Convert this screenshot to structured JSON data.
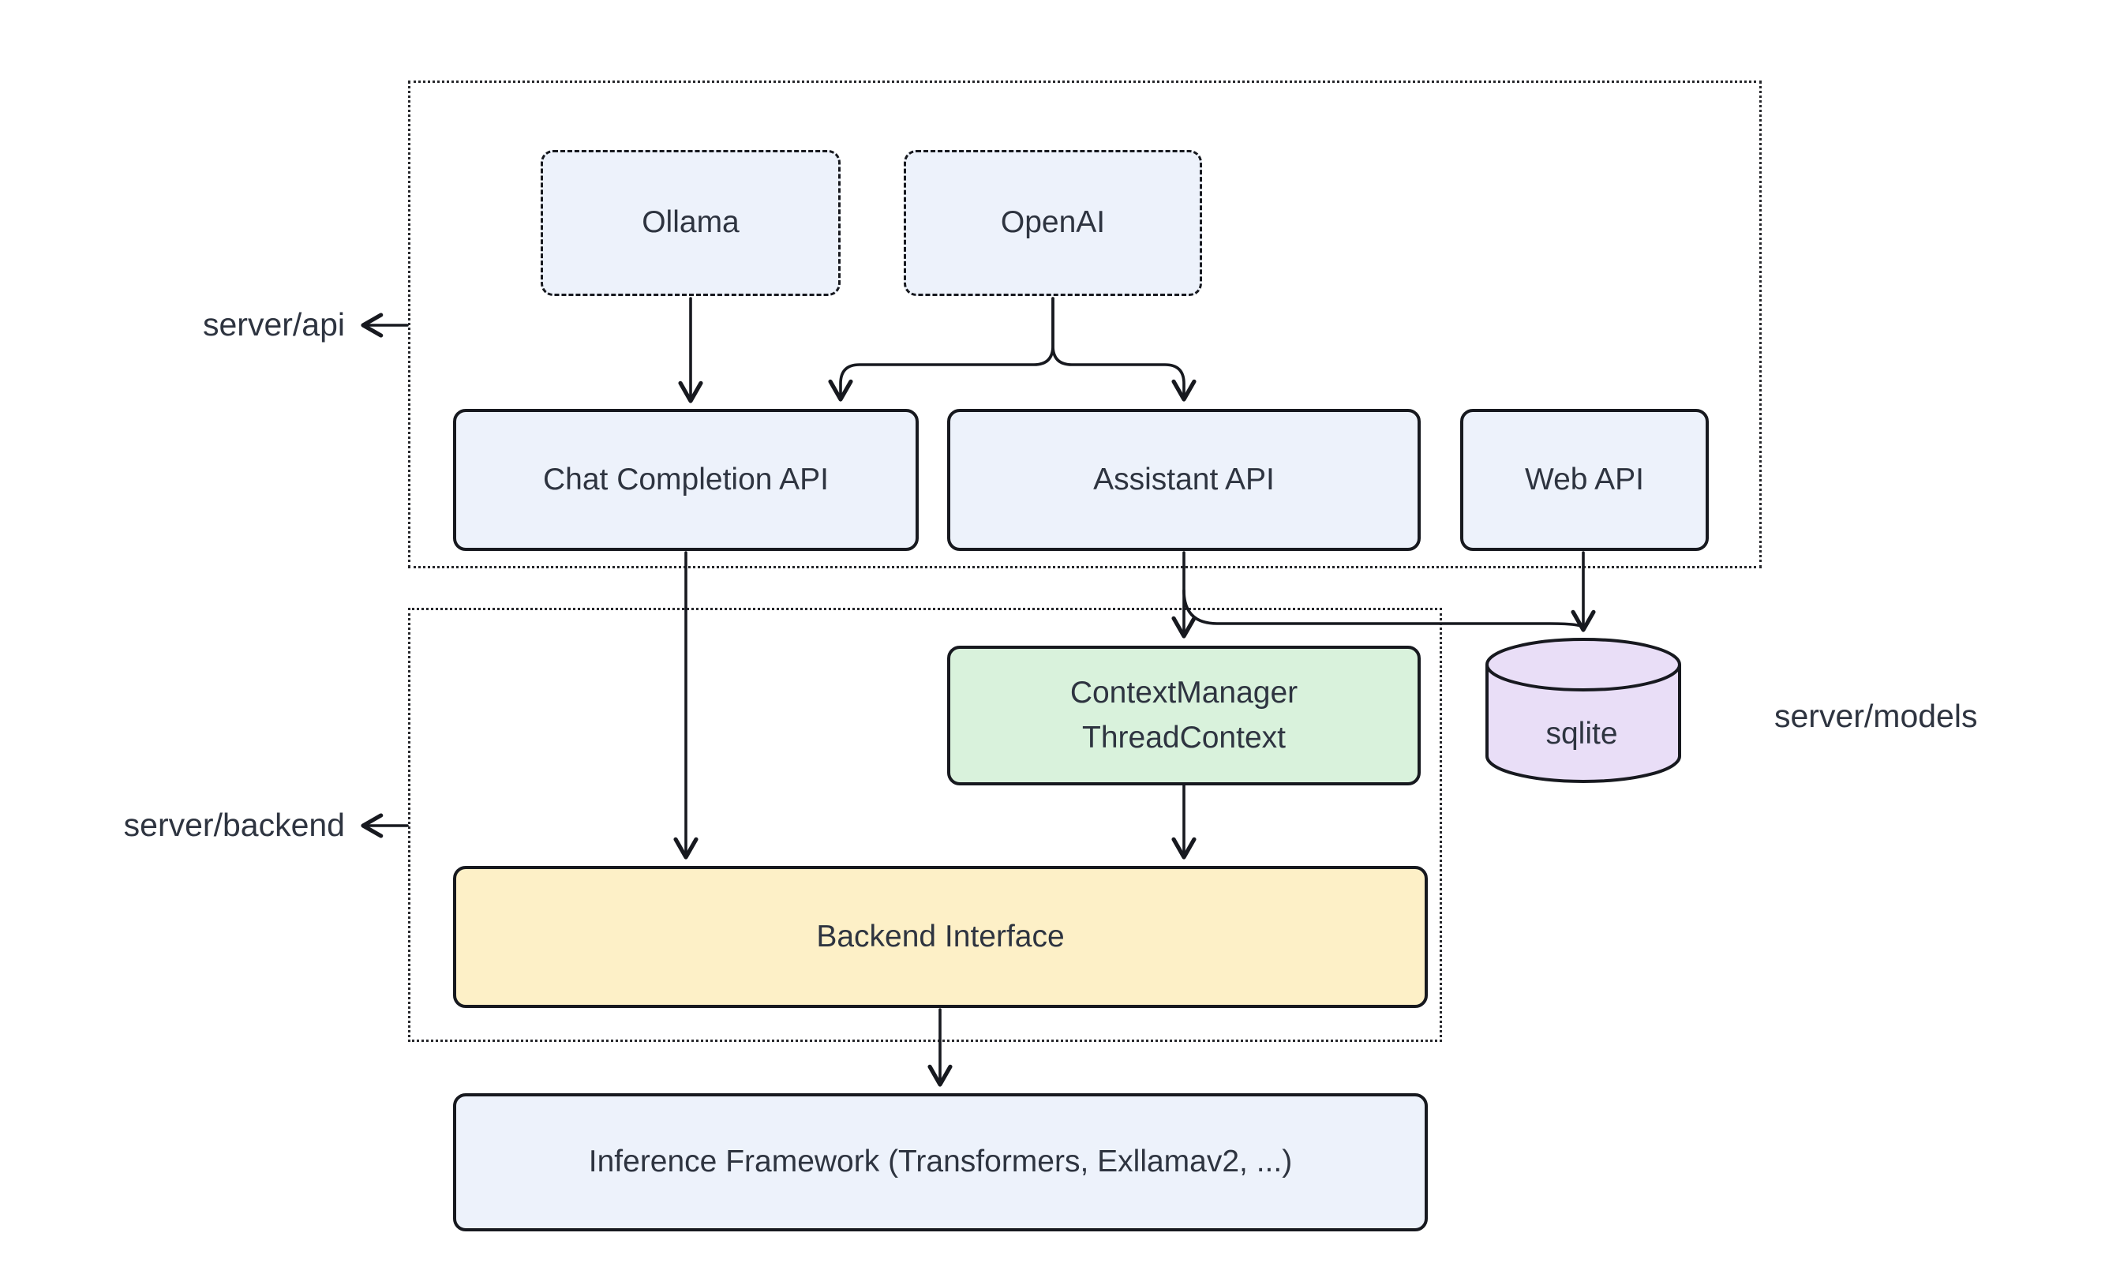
{
  "diagram": {
    "title": "LLM server architecture diagram",
    "colors": {
      "background": "#ffffff",
      "stroke": "#17191f",
      "text": "#2e3440",
      "node_blue": "#edf2fb",
      "node_green": "#d9f2dc",
      "node_yellow": "#fdf0c7",
      "node_purple": "#e9def7"
    },
    "containers": {
      "server_api": {
        "label": "server/api"
      },
      "server_backend": {
        "label": "server/backend"
      }
    },
    "side_labels": {
      "server_models": {
        "label": "server/models"
      }
    },
    "nodes": {
      "ollama": {
        "label": "Ollama",
        "fill": "#edf2fb",
        "border": "dashed"
      },
      "openai": {
        "label": "OpenAI",
        "fill": "#edf2fb",
        "border": "dashed"
      },
      "chat_completion_api": {
        "label": "Chat Completion API",
        "fill": "#edf2fb",
        "border": "solid"
      },
      "assistant_api": {
        "label": "Assistant API",
        "fill": "#edf2fb",
        "border": "solid"
      },
      "web_api": {
        "label": "Web API",
        "fill": "#edf2fb",
        "border": "solid"
      },
      "context_manager": {
        "line1": "ContextManager",
        "line2": "ThreadContext",
        "fill": "#d9f2dc",
        "border": "solid"
      },
      "sqlite": {
        "label": "sqlite",
        "fill": "#e9def7",
        "shape": "cylinder"
      },
      "backend_interface": {
        "label": "Backend Interface",
        "fill": "#fdf0c7",
        "border": "solid"
      },
      "inference_framework": {
        "label": "Inference Framework (Transformers, Exllamav2, ...)",
        "fill": "#edf2fb",
        "border": "solid"
      }
    },
    "edges": [
      {
        "from": "Ollama",
        "to": "Chat Completion API"
      },
      {
        "from": "OpenAI",
        "to": "Chat Completion API"
      },
      {
        "from": "OpenAI",
        "to": "Assistant API"
      },
      {
        "from": "Chat Completion API",
        "to": "Backend Interface"
      },
      {
        "from": "Assistant API",
        "to": "ContextManager ThreadContext"
      },
      {
        "from": "Assistant API",
        "to": "sqlite"
      },
      {
        "from": "Web API",
        "to": "sqlite"
      },
      {
        "from": "ContextManager ThreadContext",
        "to": "Backend Interface"
      },
      {
        "from": "Backend Interface",
        "to": "Inference Framework (Transformers, Exllamav2, ...)"
      },
      {
        "from": "server/api container",
        "to": "server/api label"
      },
      {
        "from": "server/backend container",
        "to": "server/backend label"
      }
    ]
  }
}
